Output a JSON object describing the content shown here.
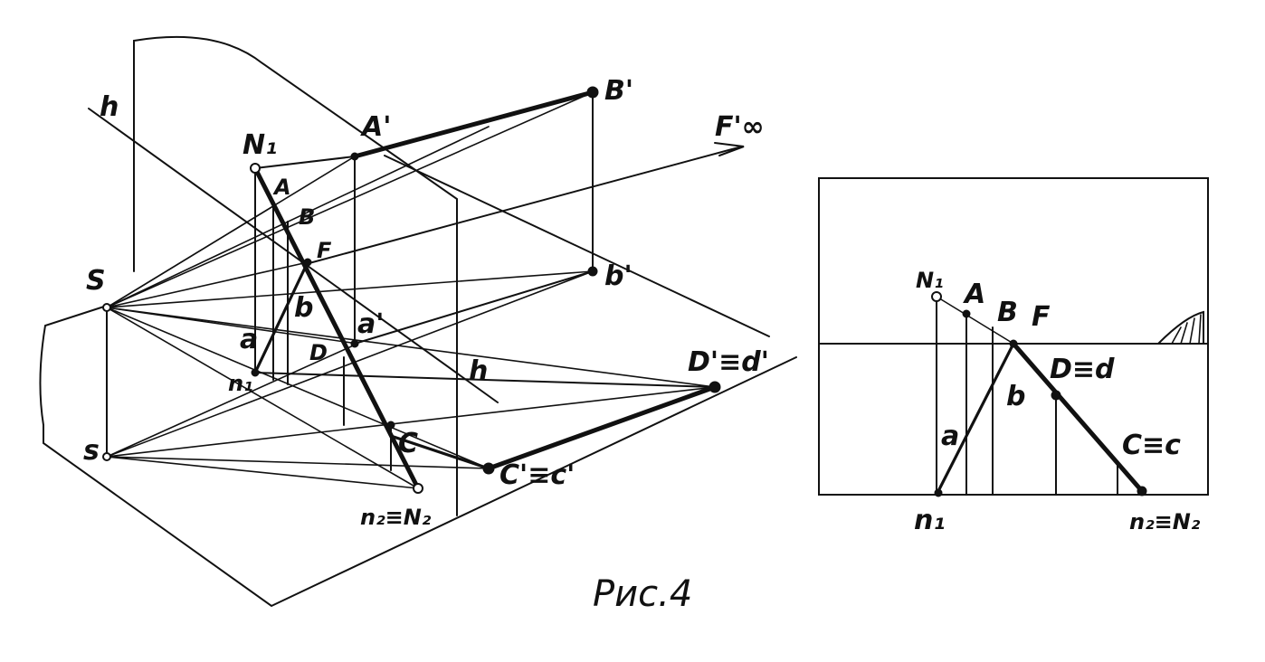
{
  "perspective": {
    "labels": {
      "h_top": "h",
      "N1": "N₁",
      "A_prime": "A'",
      "B_prime": "B'",
      "F_inf": "F'∞",
      "A": "A",
      "B": "B",
      "F": "F",
      "S": "S",
      "b_prime": "b'",
      "b": "b",
      "a_prime": "a'",
      "a": "a",
      "D": "D",
      "h_bottom": "h",
      "D_eq": "D'≡d'",
      "n1": "n₁",
      "C": "C",
      "s": "s",
      "C_eq": "C'≡c'",
      "n2_eq": "n₂≡N₂"
    }
  },
  "orthographic": {
    "labels": {
      "N1": "N₁",
      "A": "A",
      "B": "B",
      "F": "F",
      "b": "b",
      "D_eq": "D≡d",
      "a": "a",
      "C_eq": "C≡c",
      "n1": "n₁",
      "n2_eq": "n₂≡N₂"
    }
  },
  "caption": "Рис.4"
}
